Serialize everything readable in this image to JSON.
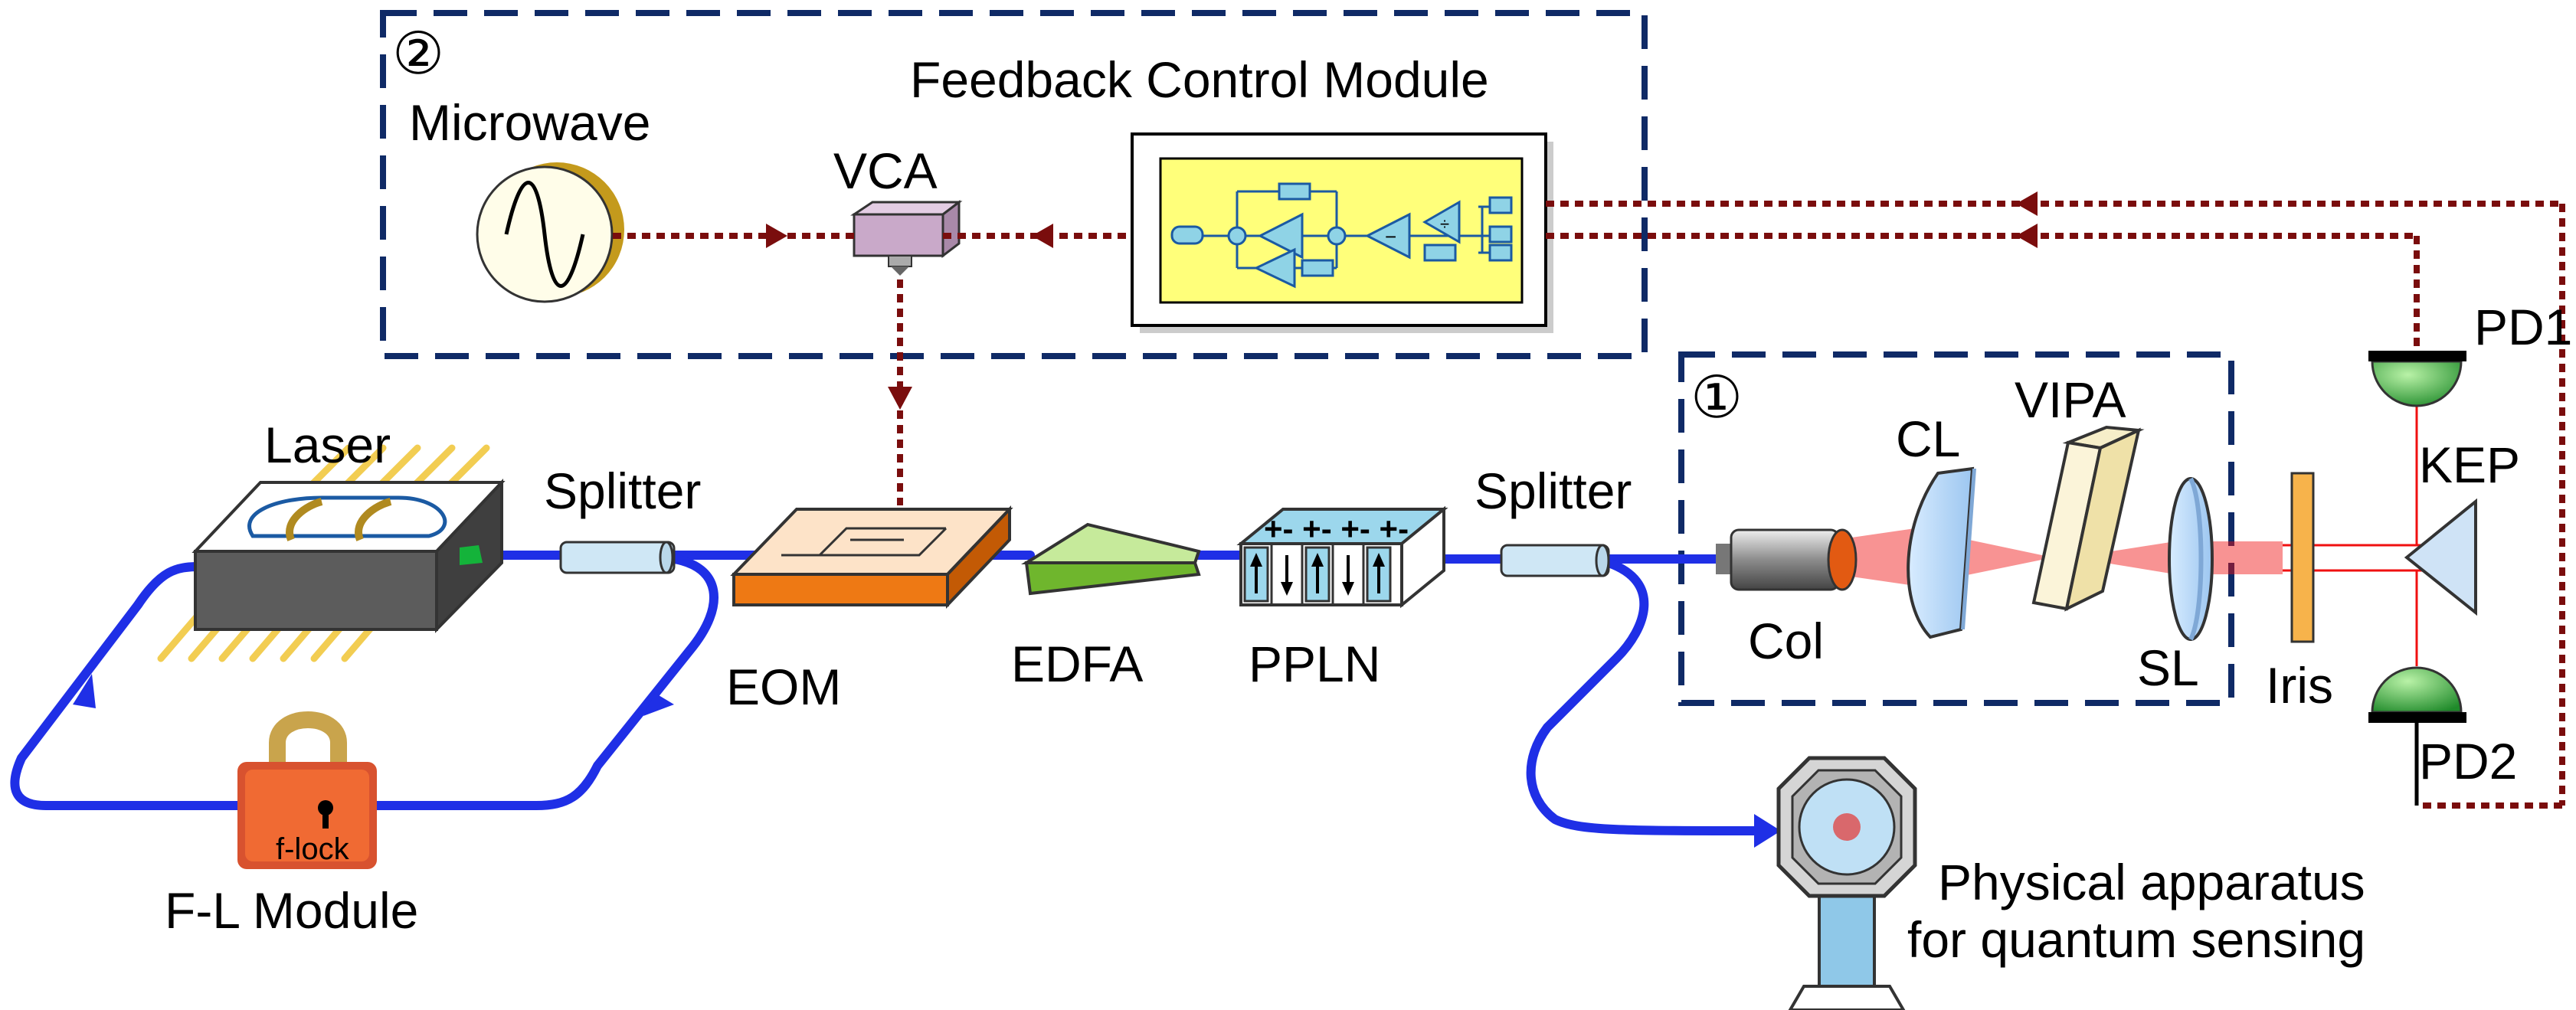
{
  "modules": {
    "module2_number": "②",
    "module1_number": "①",
    "feedback_title": "Feedback Control Module"
  },
  "labels": {
    "microwave": "Microwave",
    "vca": "VCA",
    "laser": "Laser",
    "splitter_1": "Splitter",
    "splitter_2": "Splitter",
    "eom": "EOM",
    "edfa": "EDFA",
    "ppln": "PPLN",
    "fl_module": "F-L Module",
    "lock_text": "f-lock",
    "col": "Col",
    "cl": "CL",
    "vipa": "VIPA",
    "sl": "SL",
    "iris": "Iris",
    "kep": "KEP",
    "pd1": "PD1",
    "pd2": "PD2",
    "apparatus_line1": "Physical apparatus",
    "apparatus_line2": "for quantum sensing",
    "ppln_marks": "+- +- +- +-"
  },
  "colors": {
    "fiber": "#1f2fe6",
    "feedback": "#7a0d0d",
    "module_border": "#0f2a66",
    "beam": "#f01010"
  }
}
